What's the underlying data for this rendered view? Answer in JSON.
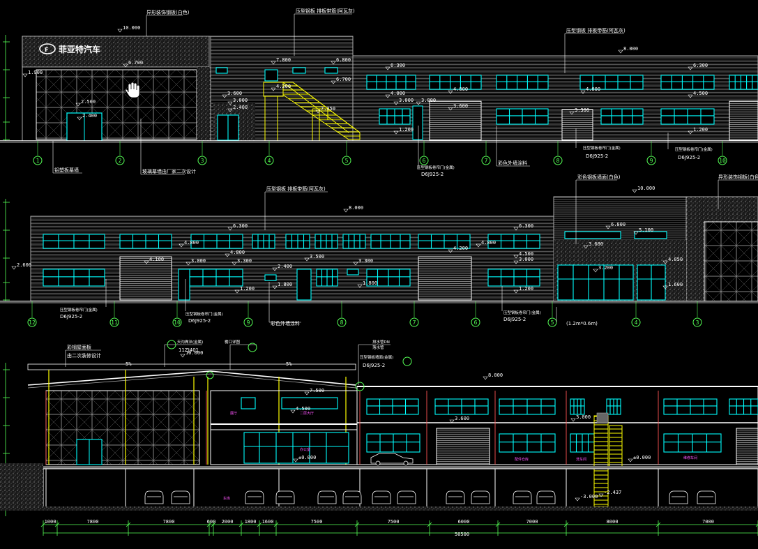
{
  "colors": {
    "background": "#000000",
    "wall": "#d0d0d0",
    "window": "#00ffff",
    "axis": "#55ff55",
    "dimension": "#ff5555",
    "stair": "#ffff00",
    "tag": "#ff55ff",
    "grid": "#bbbbbb"
  },
  "icons": [
    "hand-cursor-icon"
  ],
  "elevation1": {
    "logo": "菲亚特汽车",
    "notes": {
      "facade_top": "异形装饰钢板(白色)",
      "roof_panel_mid": "压型钢板 排板带筋(阿瓦灰)",
      "roof_panel_right": "压型钢板 排板带筋(阿瓦灰)",
      "curtain": "铝塑板幕墙",
      "glass": "玻璃幕墙由厂家二次设计",
      "color_steel_door": "彩色外墙涂料",
      "door_ref_a": "压型钢板卷帘门(金属)",
      "door_ref_a_code": "D6J925-2",
      "door_ref_b": "压型钢板卷帘门(金属)",
      "door_ref_b_code": "D6J925-2",
      "door_ref_c": "压型钢板卷帘门(金属)",
      "door_ref_c_code": "D6J925-2"
    },
    "levels": [
      "10.000",
      "6.700",
      "7.800",
      "6.800",
      "6.700",
      "8.000",
      "6.300",
      "6.300",
      "4.200",
      "4.000",
      "4.000",
      "4.000",
      "4.500",
      "3.600",
      "3.000",
      "3.000",
      "3.600",
      "3.300",
      "2.400",
      "2.400",
      "1.200",
      "1.200",
      "1.900",
      "7.350",
      "3.000",
      "2.500"
    ],
    "axes": [
      "1",
      "2",
      "3",
      "4",
      "5",
      "6",
      "7",
      "8",
      "9",
      "10"
    ]
  },
  "elevation2": {
    "notes": {
      "roof_panel": "压型钢板 排板带筋(阿瓦灰)",
      "color_panel": "彩色钢板墙面(白色)",
      "glass_curtain": "异形装饰钢板(白色)",
      "color_steel_door": "彩色外墙涂料",
      "door_ref_a": "压型钢板卷帘门(金属)",
      "door_ref_a_code": "D6J925-2",
      "door_ref_b": "压型钢板卷帘门(金属)",
      "door_ref_b_code": "D6J925-2",
      "door_ref_c": "压型钢板卷帘门(金属)",
      "door_ref_c_code": "D6J925-2",
      "door_ref_size": "(1.2m*0.6m)"
    },
    "levels": [
      "8.000",
      "10.000",
      "6.800",
      "6.300",
      "6.300",
      "5.100",
      "4.800",
      "4.800",
      "4.800",
      "4.200",
      "4.100",
      "3.600",
      "3.000",
      "3.300",
      "2.400",
      "3.500",
      "3.200",
      "3.300",
      "4.500",
      "3.000",
      "1.800",
      "1.800",
      "1.200",
      "1.200",
      "2.600",
      "4.050",
      "1.600"
    ],
    "axes": [
      "12",
      "11",
      "10",
      "9",
      "8",
      "7",
      "6",
      "5",
      "4",
      "3"
    ]
  },
  "section": {
    "notes": {
      "roof_note": "彩钢屋面板",
      "roof_note2": "由二次装修设计",
      "gutter_ref": "天沟做法(金属)",
      "gutter_code": "11ZJ401",
      "gutter_detail": "檐口详图",
      "drain_ref": "排水管DN",
      "drain_ref2": "落水管",
      "wall_ref": "压型钢板墙面(金属)",
      "wall_code": "D6J925-2",
      "slope_l": "5%",
      "slope_r": "5%"
    },
    "levels": [
      "10.000",
      "8.000",
      "7.500",
      "4.500",
      "3.600",
      "3.000",
      "±0.000",
      "±0.000",
      "-2.437",
      "-3.000"
    ],
    "room_tags": [
      "展厅",
      "二层大厅",
      "办公室",
      "维修车间",
      "配件仓库",
      "洗车间",
      "车库"
    ],
    "dims": [
      "1000",
      "7800",
      "7800",
      "600",
      "2000",
      "1800",
      "1600",
      "7500",
      "7500",
      "6000",
      "7000",
      "8000",
      "7000"
    ],
    "total": "50500"
  }
}
